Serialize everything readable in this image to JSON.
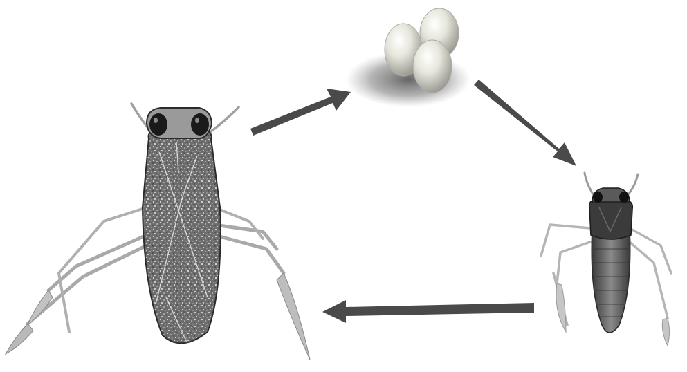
{
  "diagram": {
    "type": "life-cycle",
    "stages": [
      {
        "id": "adult",
        "icon": "adult-water-bug-icon"
      },
      {
        "id": "eggs",
        "icon": "eggs-icon"
      },
      {
        "id": "nymph",
        "icon": "nymph-water-bug-icon"
      }
    ],
    "transitions": [
      {
        "from": "adult",
        "to": "eggs"
      },
      {
        "from": "eggs",
        "to": "nymph"
      },
      {
        "from": "nymph",
        "to": "adult"
      }
    ],
    "colors": {
      "arrow": "#4a4a4a",
      "body_dark": "#2e2e2e",
      "body_mid": "#7a7a7a",
      "egg_light": "#f2f2ea",
      "egg_shadow": "#6a6a6a",
      "leg": "#a9a9a9",
      "background": "#ffffff"
    }
  }
}
